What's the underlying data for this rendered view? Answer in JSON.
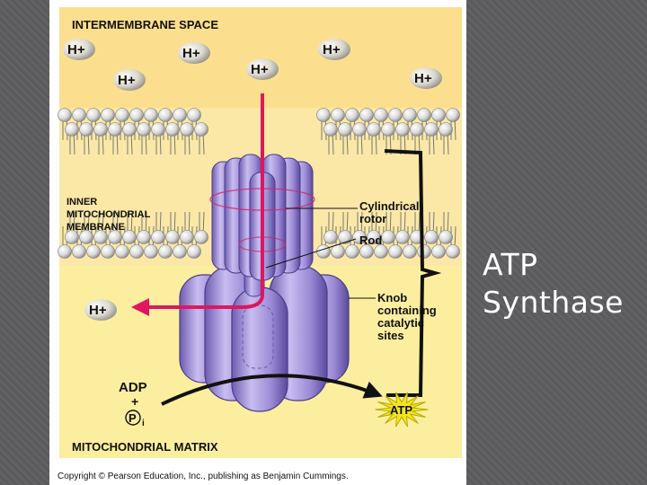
{
  "slide": {
    "title_lines": [
      "ATP",
      "Synthase"
    ]
  },
  "figure": {
    "intermembrane_label": "INTERMEMBRANE SPACE",
    "membrane_label_lines": [
      "INNER",
      "MITOCHONDRIAL",
      "MEMBRANE"
    ],
    "matrix_label": "MITOCHONDRIAL MATRIX",
    "proton_label": "H+",
    "rotor_label_lines": [
      "Cylindrical",
      "rotor"
    ],
    "rod_label": "Rod",
    "knob_label_lines": [
      "Knob",
      "containing",
      "catalytic",
      "sites"
    ],
    "adp_label": "ADP",
    "plus_label": "+",
    "pi_label": "P",
    "pi_sub_label": "i",
    "atp_label": "ATP",
    "copyright": "Copyright © Pearson Education, Inc., publishing as Benjamin Cummings."
  },
  "colors": {
    "intermembrane_fill": "#fcdf8e",
    "matrix_fill": "#fcee9f",
    "enzyme_purple": "#a08fd8",
    "proton_arrow": "#e0165f",
    "atp_star": "#f5e51d",
    "slide_title": "#ffffff"
  }
}
